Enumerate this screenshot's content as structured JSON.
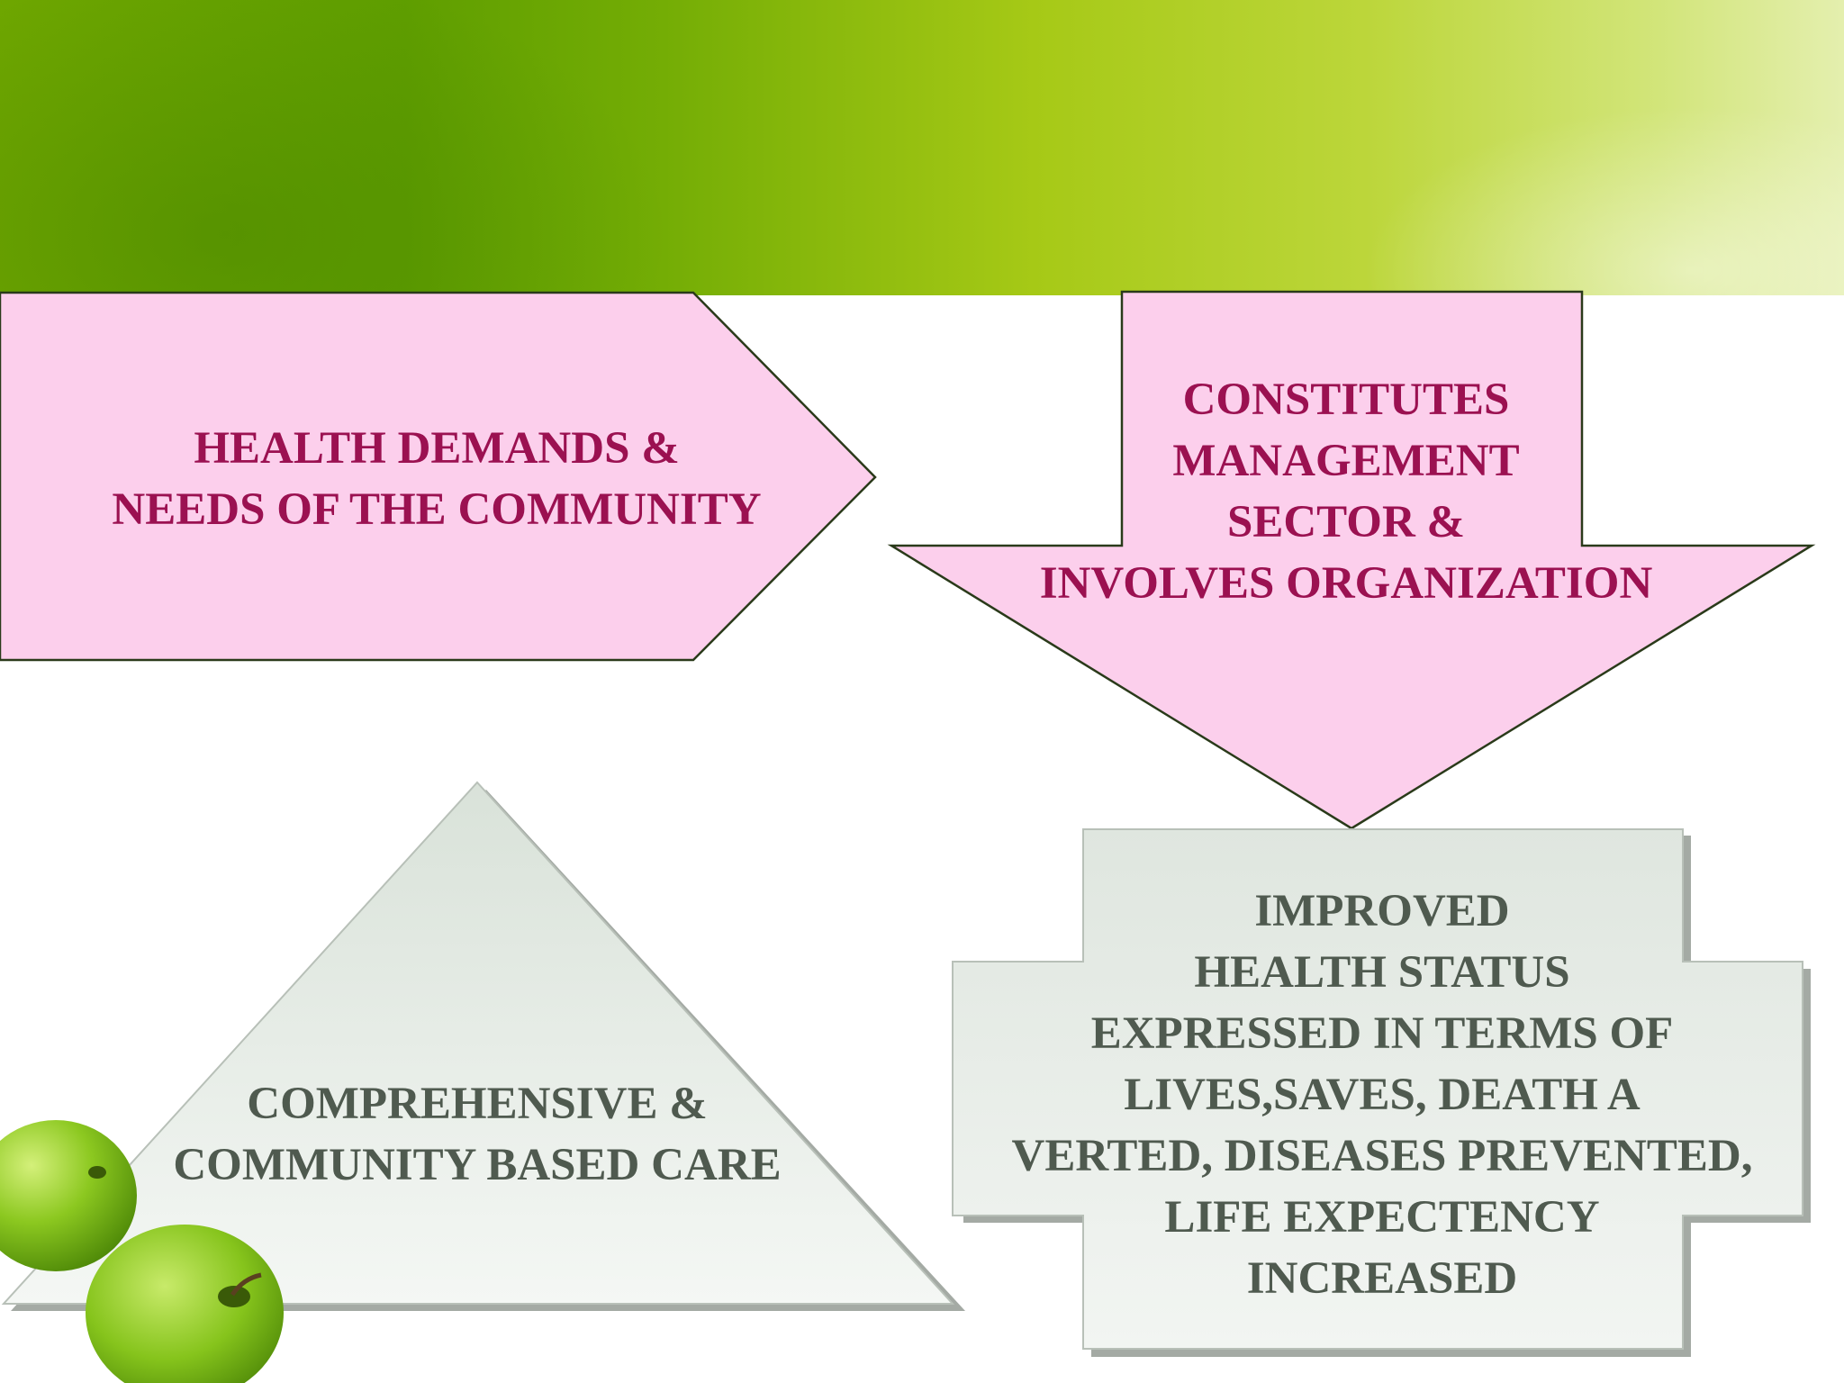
{
  "slide": {
    "banner_color_start": "#6ea600",
    "banner_color_end": "#e4efae",
    "shape_pink_fill": "#fccfec",
    "shape_grey_fill": "#e6ece6",
    "text_pink_color": "#9b1151",
    "text_grey_color": "#4f5a4f"
  },
  "nodes": {
    "health_demands": {
      "shape": "pentagon-arrow-right",
      "lines": [
        "HEALTH DEMANDS &",
        "NEEDS OF THE COMMUNITY"
      ]
    },
    "management": {
      "shape": "arrow-down",
      "lines": [
        "CONSTITUTES",
        "MANAGEMENT",
        "SECTOR &",
        "INVOLVES ORGANIZATION"
      ]
    },
    "care": {
      "shape": "triangle",
      "lines": [
        "COMPREHENSIVE &",
        "COMMUNITY BASED CARE"
      ]
    },
    "outcome": {
      "shape": "plus",
      "lines": [
        "IMPROVED",
        "HEALTH STATUS",
        "EXPRESSED IN TERMS OF",
        "LIVES,SAVES, DEATH A",
        "VERTED, DISEASES PREVENTED,",
        "LIFE EXPECTENCY",
        "INCREASED"
      ]
    }
  },
  "decoration": {
    "apples_icon": "green-apples-icon"
  }
}
